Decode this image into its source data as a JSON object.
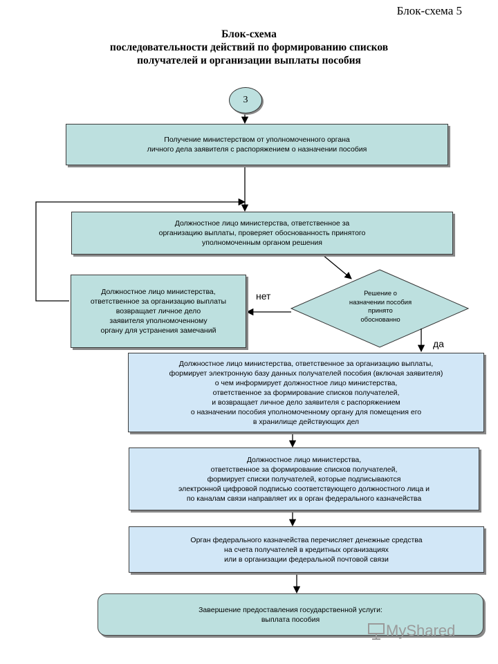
{
  "page_label": "Блок-схема 5",
  "title": {
    "line1": "Блок-схема",
    "line2": "последовательности действий по формированию списков",
    "line3": "получателей и организации выплаты пособия"
  },
  "start_connector": "3",
  "boxes": {
    "receive": {
      "lines": [
        "Получение министерством от уполномоченного органа",
        "личного дела заявителя с распоряжением  о назначении пособия"
      ]
    },
    "check": {
      "lines": [
        "Должностное лицо  министерства, ответственное  за",
        "организацию выплаты, проверяет обоснованность принятого",
        "уполномоченным органом решения"
      ]
    },
    "return": {
      "lines": [
        "Должностное лицо министерства,",
        "ответственное  за организацию выплаты",
        "возвращает личное дело",
        "заявителя уполномоченному",
        "органу для устранения замечаний"
      ]
    },
    "form_db": {
      "lines": [
        "Должностное лицо  министерства, ответственное за организацию выплаты,",
        "формирует электронную базу данных получателей пособия (включая заявителя)",
        "о чем информирует должностное лицо министерства,",
        "ответственное за формирование списков получателей,",
        "и возвращает личное дело заявителя с распоряжением",
        "о назначении пособия уполномоченному органу для помещения  его",
        "в хранилище действующих дел"
      ]
    },
    "form_lists": {
      "lines": [
        "Должностное лицо  министерства,",
        "ответственное за формирование списков получателей,",
        "формирует списки получателей, которые подписываются",
        "электронной цифровой подписью соответствующего должностного лица и",
        "по каналам связи направляет их в орган федерального казначейства"
      ]
    },
    "treasury": {
      "lines": [
        "Орган федерального казначейства перечисляет денежные средства",
        "на счета получателей в кредитных организациях",
        "или в организации федеральной почтовой связи"
      ]
    }
  },
  "decision": {
    "lines": [
      "Решение  о",
      "назначении пособия",
      "принято",
      "обоснованно"
    ],
    "no_label": "нет",
    "yes_label": "да"
  },
  "final": {
    "lines": [
      "Завершение предоставления государственной услуги:",
      "выплата пособия"
    ]
  },
  "watermark": "MyShared",
  "colors": {
    "teal": "#bde0df",
    "blue": "#d2e7f7",
    "line": "#000000"
  }
}
